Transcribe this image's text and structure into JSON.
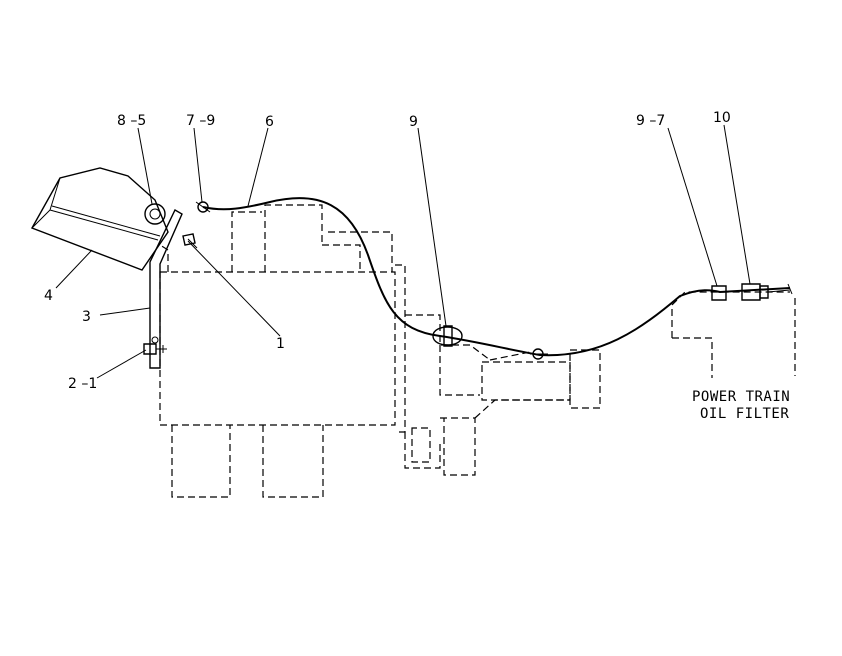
{
  "callouts": {
    "c_8_5": "8 –5",
    "c_7_9": "7 –9",
    "c_6": "6",
    "c_9": "9",
    "c_9_7": "9 –7",
    "c_10": "10",
    "c_4": "4",
    "c_3": "3",
    "c_1": "1",
    "c_2_1": "2 –1"
  },
  "notes": {
    "filter_line1": "POWER TRAIN",
    "filter_line2": "OIL FILTER"
  }
}
